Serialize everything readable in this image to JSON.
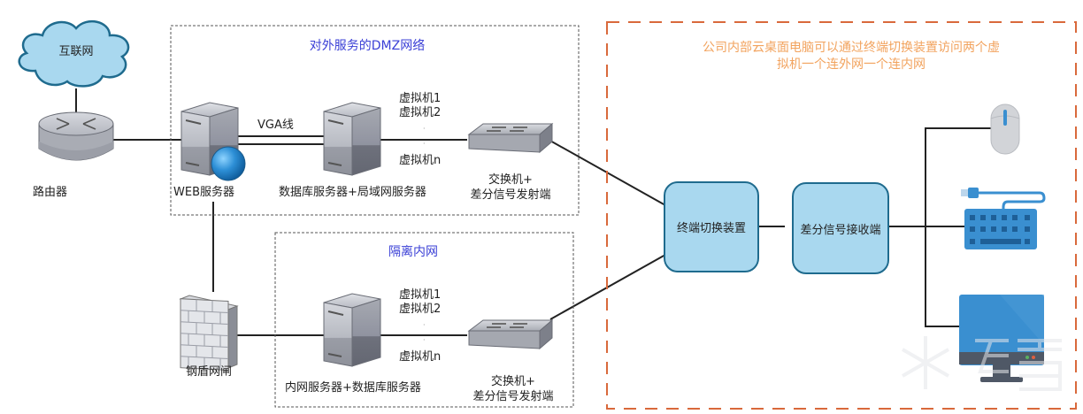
{
  "internet": {
    "label": "互联网"
  },
  "router": {
    "label": "路由器"
  },
  "dmz": {
    "title": "对外服务的DMZ网络",
    "web_server": "WEB服务器",
    "vga_label": "VGA线",
    "db_server": "数据库服务器+局域网服务器",
    "vms": [
      "虚拟机1",
      "虚拟机2",
      "·",
      "·",
      "虚拟机n"
    ],
    "switch_line1": "交换机+",
    "switch_line2": "差分信号发射端"
  },
  "firewall": {
    "label": "钢盾网闸"
  },
  "intranet": {
    "title": "隔离内网",
    "server": "内网服务器+数据库服务器",
    "vms": [
      "虚拟机1",
      "虚拟机2",
      "·",
      "·",
      "虚拟机n"
    ],
    "switch_line1": "交换机+",
    "switch_line2": "差分信号发射端"
  },
  "company": {
    "title_line1": "公司内部云桌面电脑可以通过终端切换装置访问两个虚",
    "title_line2": "拟机一个连外网一个连内网",
    "switcher": "终端切换装置",
    "receiver": "差分信号接收端",
    "devices": [
      "mouse",
      "keyboard",
      "monitor"
    ]
  },
  "colors": {
    "company_border": "#d9693b",
    "box_fill": "#a9d8ef",
    "box_border": "#1f6b8e",
    "title_blue": "#3a3fd6",
    "title_orange": "#f2a35e",
    "device_blue": "#3a8fd0"
  }
}
